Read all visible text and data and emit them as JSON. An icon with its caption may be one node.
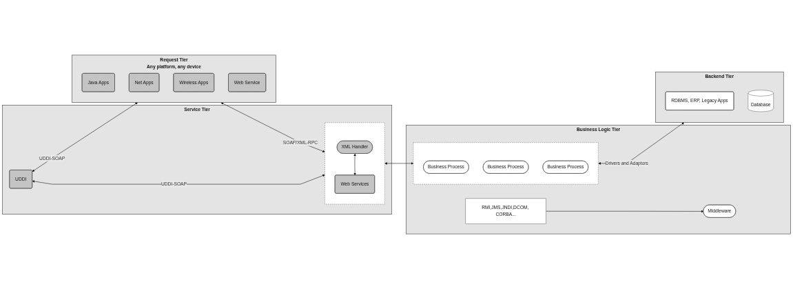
{
  "diagram": {
    "nodes": [
      {
        "text": [
          "Request Tier",
          "Any platform, any device"
        ]
      },
      {
        "text": [
          "Java Apps"
        ],
        "in": 0
      },
      {
        "text": [
          "Net Apps"
        ],
        "in": 0
      },
      {
        "text": [
          "Wireless Apps"
        ],
        "in": 0
      },
      {
        "text": [
          "Web Service"
        ],
        "in": 0
      },
      {
        "text": [
          "Service Tier"
        ]
      },
      {
        "text": [],
        "shape": "box",
        "in": 5
      },
      {
        "text": [
          "XML Handler"
        ],
        "in": 6
      },
      {
        "text": [
          "Web Services"
        ],
        "in": 6
      },
      {
        "text": [
          "UDDI"
        ],
        "in": 5
      },
      {
        "text": [
          "Business Logic Tier"
        ]
      },
      {
        "text": [
          "RMI,JMS,JNDI,DCOM, CORBA..."
        ],
        "in": 10
      },
      {
        "text": [
          "Middleware"
        ],
        "in": 10
      },
      {
        "text": [],
        "shape": "box",
        "in": 10
      },
      {
        "text": [
          "Business Process"
        ],
        "in": 13
      },
      {
        "text": [
          "Business Process"
        ],
        "in": 13
      },
      {
        "text": [
          "Business Process"
        ],
        "in": 13
      },
      {
        "text": [
          "Backend Tier"
        ]
      },
      {
        "text": [
          "RDBMS, ERP, Legacy Apps"
        ],
        "in": 17
      },
      {
        "text": [
          "Database"
        ],
        "in": 17
      }
    ],
    "edges": [
      {
        "from": 0,
        "to": 6,
        "arrow": "both",
        "label": "SOAP/XML-RPC"
      },
      {
        "from": 0,
        "to": 9,
        "arrow": "both",
        "label": "UDDI-SOAP"
      },
      {
        "from": 7,
        "to": 8,
        "arrow": "both"
      },
      {
        "from": 6,
        "to": 9,
        "arrow": "both",
        "label": "UDDI-SOAP"
      },
      {
        "from": 6,
        "to": 13,
        "arrow": "both"
      },
      {
        "from": 11,
        "to": 12,
        "arrow": "to"
      },
      {
        "from": 13,
        "to": 17,
        "arrow": "both",
        "label": "Drivers and Adaptors"
      }
    ]
  }
}
